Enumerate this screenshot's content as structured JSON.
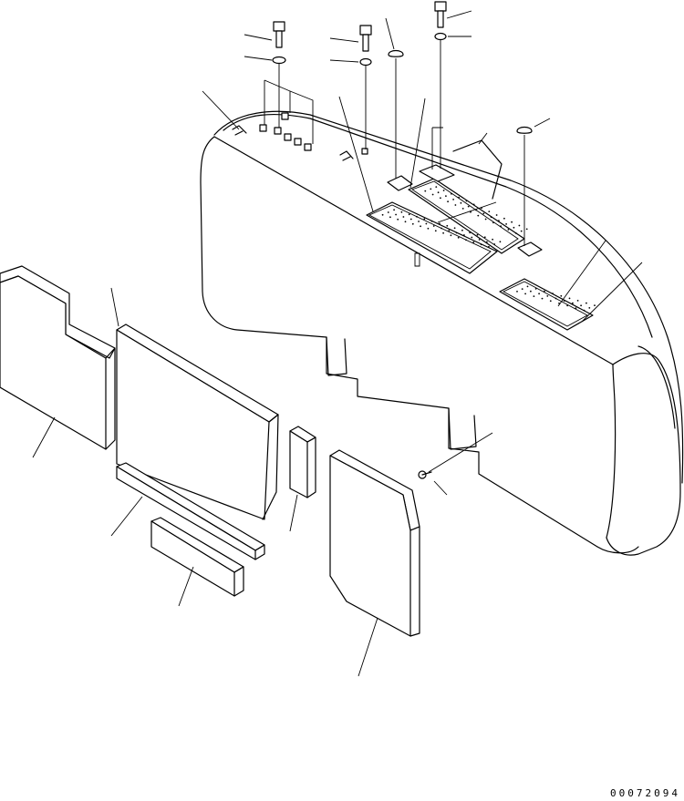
{
  "drawing_number": "00072094",
  "icons": [
    "counterweight-body",
    "cover-plate",
    "bolt",
    "washer",
    "plug",
    "grip-plate",
    "nameplate"
  ]
}
